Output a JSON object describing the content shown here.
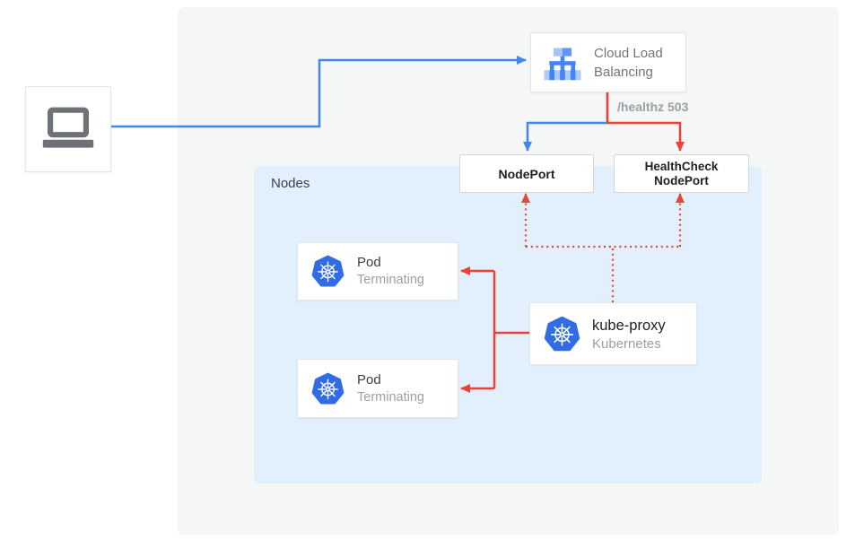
{
  "palette": {
    "traffic_blue": "#4285f4",
    "alert_red": "#ea4335",
    "kubernetes_blue": "#326ce5",
    "icon_blue_light": "#aecbfa",
    "panel_gray": "#f5f6f6",
    "nodes_panel_blue": "#e2f0fd",
    "text_dark": "#202124",
    "text_gray": "#757575",
    "text_muted": "#9aa0a6"
  },
  "client": {
    "icon": "laptop-icon"
  },
  "load_balancer": {
    "icon": "cloud-load-balancing-icon",
    "label": "Cloud Load Balancing",
    "label_line1": "Cloud Load",
    "label_line2": "Balancing"
  },
  "edge_labels": {
    "healthz": "/healthz 503"
  },
  "nodes_panel": {
    "label": "Nodes"
  },
  "node_port": {
    "label": "NodePort"
  },
  "health_check_node_port": {
    "label_line1": "HealthCheck",
    "label_line2": "NodePort"
  },
  "pods": [
    {
      "icon": "kubernetes-icon",
      "title": "Pod",
      "status": "Terminating"
    },
    {
      "icon": "kubernetes-icon",
      "title": "Pod",
      "status": "Terminating"
    }
  ],
  "kube_proxy": {
    "icon": "kubernetes-icon",
    "title": "kube-proxy",
    "subtitle": "Kubernetes"
  }
}
